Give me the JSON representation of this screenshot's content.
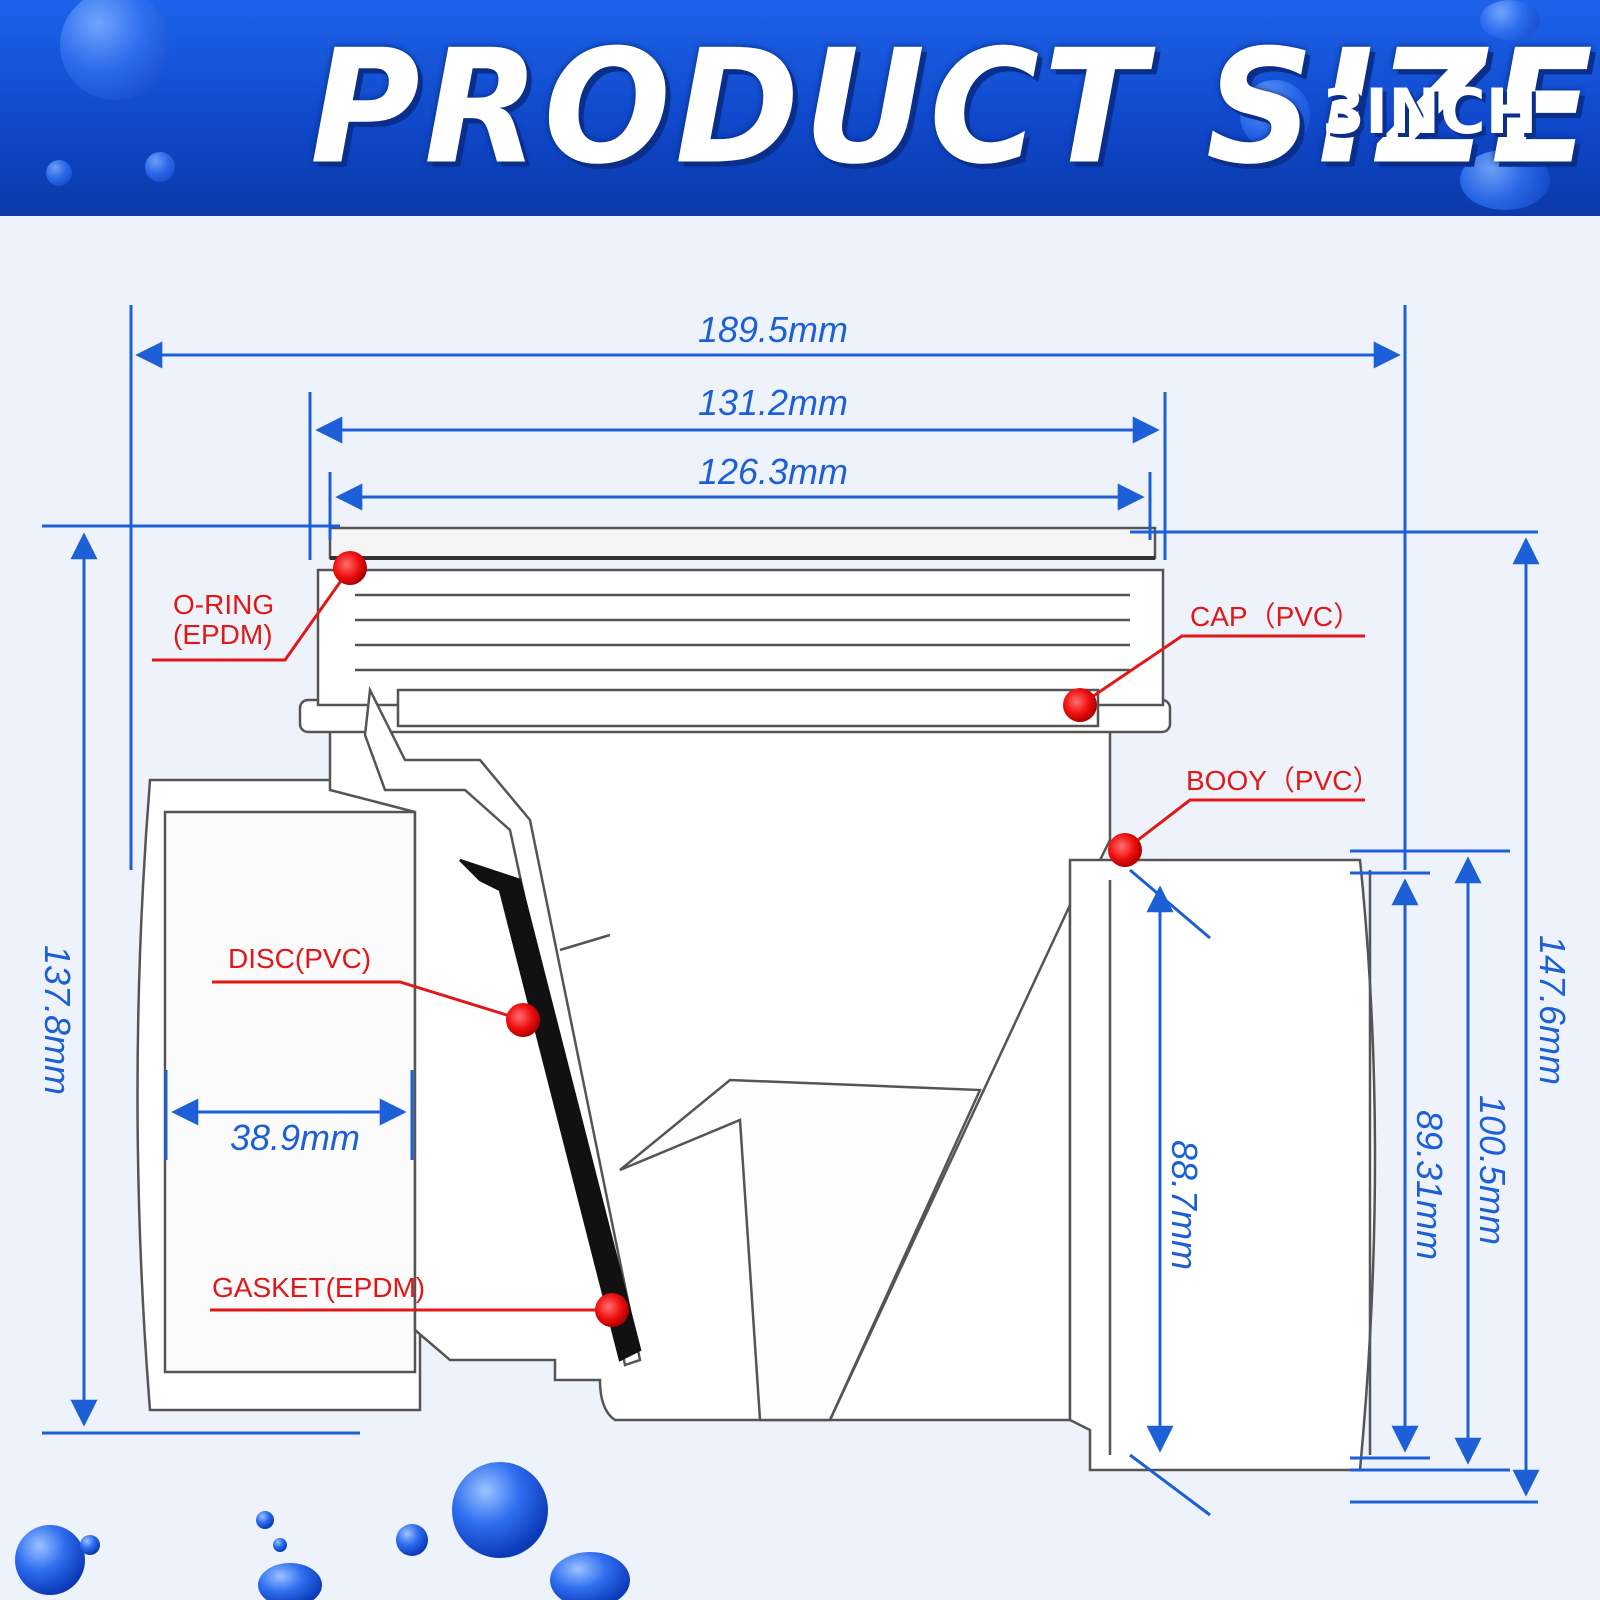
{
  "header": {
    "title": "PRODUCT SIZE",
    "subtitle": "3INCH"
  },
  "dimensions": {
    "overall_width": "189.5mm",
    "cap_outer_width": "131.2mm",
    "cap_inner_width": "126.3mm",
    "overall_height": "137.8mm",
    "total_height": "147.6mm",
    "socket_depth": "38.9mm",
    "outlet_inner": "88.7mm",
    "outlet_mid": "89.31mm",
    "outlet_outer": "100.5mm"
  },
  "parts": {
    "o_ring_line1": "O-RING",
    "o_ring_line2": "(EPDM)",
    "cap": "CAP（PVC）",
    "body": "BOOY（PVC）",
    "disc": "DISC(PVC)",
    "gasket": "GASKET(EPDM)"
  },
  "colors": {
    "dimension": "#1d5fd6",
    "label": "#e01818",
    "header": "#1452d8"
  }
}
